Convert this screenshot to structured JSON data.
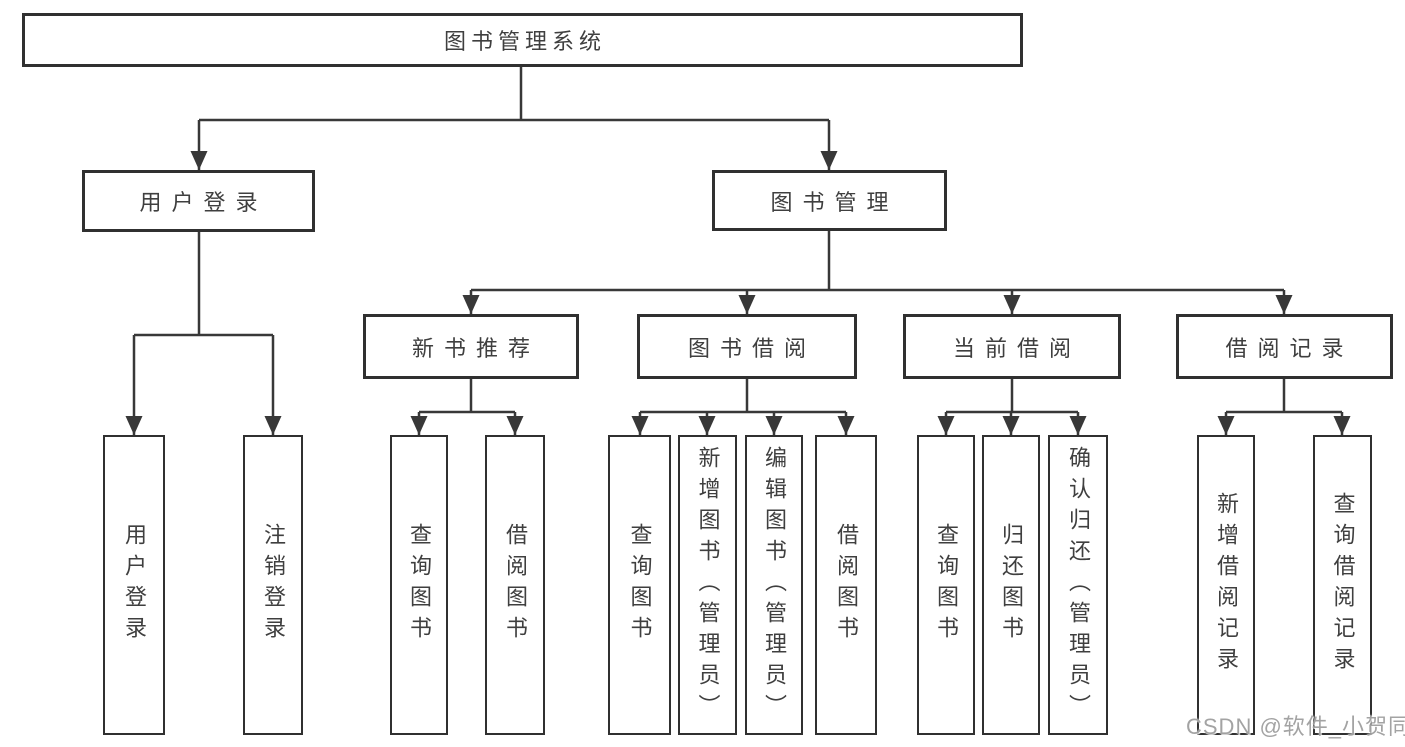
{
  "diagram": {
    "title": "图书管理系统",
    "children": [
      {
        "label": "用户登录",
        "children": [
          {
            "label": "用户登录"
          },
          {
            "label": "注销登录"
          }
        ]
      },
      {
        "label": "图书管理",
        "children": [
          {
            "label": "新书推荐",
            "children": [
              {
                "label": "查询图书"
              },
              {
                "label": "借阅图书"
              }
            ]
          },
          {
            "label": "图书借阅",
            "children": [
              {
                "label": "查询图书"
              },
              {
                "label": "新增图书（管理员）"
              },
              {
                "label": "编辑图书（管理员）"
              },
              {
                "label": "借阅图书"
              }
            ]
          },
          {
            "label": "当前借阅",
            "children": [
              {
                "label": "查询图书"
              },
              {
                "label": "归还图书"
              },
              {
                "label": "确认归还（管理员）"
              }
            ]
          },
          {
            "label": "借阅记录",
            "children": [
              {
                "label": "新增借阅记录"
              },
              {
                "label": "查询借阅记录"
              }
            ]
          }
        ]
      }
    ]
  },
  "watermark": {
    "text": "CSDN @软件_小贺同学"
  },
  "colors": {
    "line": "#383838",
    "box_border": "#303030",
    "text": "#3f3f3f",
    "background": "#ffffff",
    "watermark": "#9e9e9e"
  }
}
